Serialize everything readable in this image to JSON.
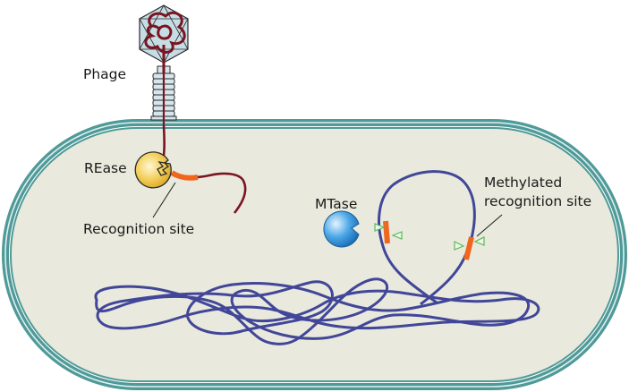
{
  "diagram": {
    "labels": {
      "phage": "Phage",
      "rease": "REase",
      "recognition_site": "Recognition site",
      "mtase": "MTase",
      "methylated_line1": "Methylated",
      "methylated_line2": "recognition site"
    },
    "colors": {
      "cell_fill": "#e9eadd",
      "cell_wall": "#4f9a98",
      "phage_dna": "#7a1420",
      "host_dna": "#414698",
      "recognition_site": "#f0661e",
      "methyl_marker": "#5cb85c",
      "rease_fill": "#f2cd55",
      "mtase_fill": "#2e8fd6",
      "capsid_fill": "#c6dde6"
    }
  }
}
